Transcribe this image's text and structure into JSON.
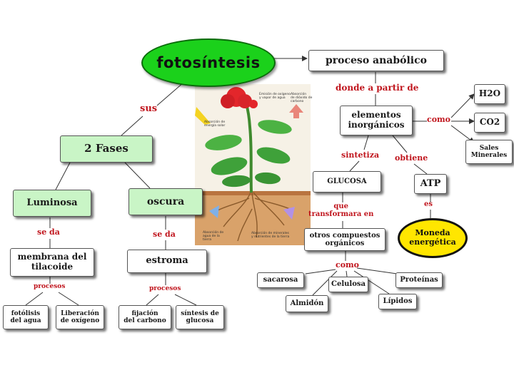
{
  "diagram": {
    "root": "fotosíntesis",
    "anabolic": "proceso anabólico",
    "links": {
      "sus": "sus",
      "donde": "donde a partir de",
      "como1": "como",
      "sintetiza": "sintetiza",
      "obtiene": "obtiene",
      "que": "que\ntransformara en",
      "es": "es",
      "como2": "como",
      "se_da_1": "se da",
      "se_da_2": "se da",
      "procesos_1": "procesos",
      "procesos_2": "procesos"
    },
    "nodes": {
      "fases": "2 Fases",
      "luminosa": "Luminosa",
      "oscura": "oscura",
      "membrana": "membrana del\ntilacoide",
      "estroma": "estroma",
      "fotolisis": "fotólisis\ndel agua",
      "liberacion": "Liberación\nde oxígeno",
      "fijacion": "fijación\ndel carbono",
      "sintesis_glucosa": "síntesis de\nglucosa",
      "elementos": "elementos\ninorgánicos",
      "h2o": "H2O",
      "co2": "CO2",
      "sales": "Sales\nMinerales",
      "glucosa": "GLUCOSA",
      "atp": "ATP",
      "moneda": "Moneda\nenergética",
      "compuestos": "otros compuestos\norgánicos",
      "sacarosa": "sacarosa",
      "celulosa": "Celulosa",
      "proteinas": "Proteínas",
      "almidon": "Almidón",
      "lipidos": "Lípidos"
    },
    "plant_captions": {
      "salida": "Emisión de oxígeno\ny vapor de agua",
      "co2": "Absorción\nde dióxido de\ncarbono",
      "luz": "Absorción de\nenergía solar",
      "agua": "Absorción de\nagua de la\ntierra",
      "minerales": "Absorción de minerales\ny nutrientes de la tierra"
    },
    "colors": {
      "node_green": "#c9f5c6",
      "link_red": "#c0151d",
      "root_oval": "#1bd11b",
      "energy_oval": "#ffe600"
    }
  }
}
